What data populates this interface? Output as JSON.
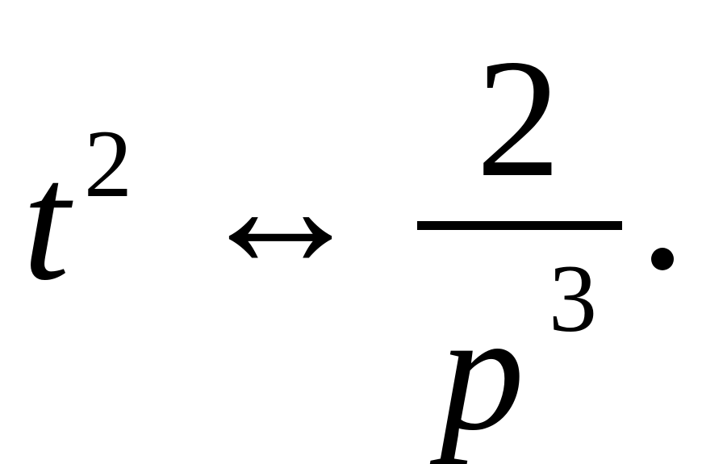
{
  "formula": {
    "lhs": {
      "base": "t",
      "exponent": "2"
    },
    "relation": "↔",
    "rhs": {
      "numerator": "2",
      "denominator_base": "p",
      "denominator_exponent": "3"
    },
    "terminator": "."
  }
}
